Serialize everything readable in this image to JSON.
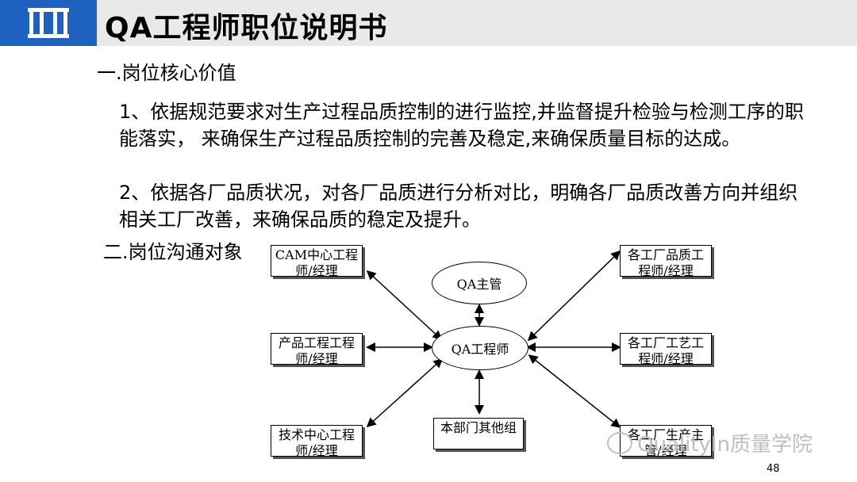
{
  "title": "QA工程师职位说明书",
  "section1": {
    "heading": "一.岗位核心价值",
    "para1": "1、依据规范要求对生产过程品质控制的进行监控,并监督提升检验与检测工序的职能落实， 来确保生产过程品质控制的完善及稳定,来确保质量目标的达成。",
    "para2": "2、依据各厂品质状况，对各厂品质进行分析对比，明确各厂品质改善方向并组织相关工厂改善，来确保品质的稳定及提升。"
  },
  "section2": {
    "heading": "二.岗位沟通对象"
  },
  "diagram": {
    "center": "QA工程师",
    "top": "QA主管",
    "bottom": "本部门其他组",
    "left": [
      "CAM中心工程师/经理",
      "产品工程工程师/经理",
      "技术中心工程师/经理"
    ],
    "right": [
      "各工厂品质工程师/经理",
      "各工厂工艺工程师/经理",
      "各工厂生产主管/经理"
    ]
  },
  "watermark": "QualityIn质量学院",
  "page_number": "48",
  "colors": {
    "logo_bg": "#1f61c1",
    "header_bg": "#e9e9e9"
  }
}
